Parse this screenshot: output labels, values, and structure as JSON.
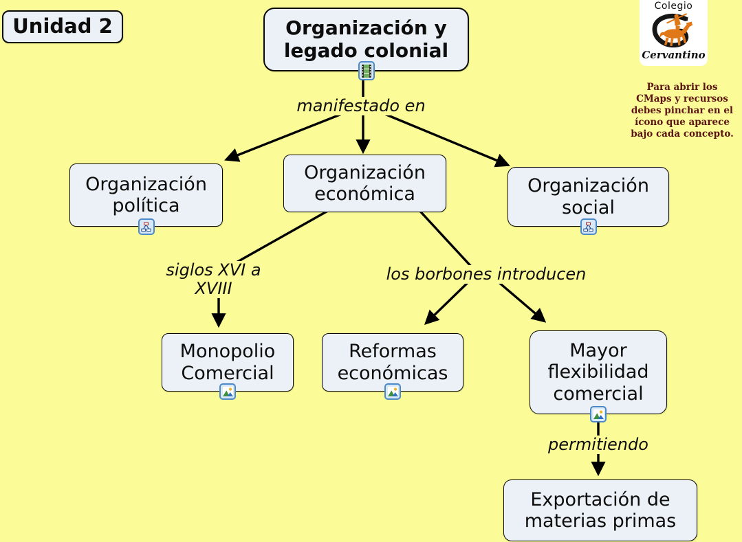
{
  "colors": {
    "background": "#FBFB98",
    "node_fill": "#EBF1F6",
    "node_border": "#000000",
    "link_line": "#000000",
    "icon_fill": "#D8E9F7",
    "icon_border": "#4D88C8",
    "note_text": "#5C1414",
    "logo_orange": "#E07818"
  },
  "unit_badge": {
    "label": "Unidad 2"
  },
  "nodes": {
    "root": {
      "label": "Organización y\nlegado colonial",
      "icon": "film-strip-icon"
    },
    "politica": {
      "label": "Organización\npolítica",
      "icon": "cmap-icon"
    },
    "economica": {
      "label": "Organización\neconómica"
    },
    "social": {
      "label": "Organización\nsocial",
      "icon": "cmap-icon"
    },
    "monopolio": {
      "label": "Monopolio\nComercial",
      "icon": "image-icon"
    },
    "reformas": {
      "label": "Reformas\neconómicas",
      "icon": "image-icon"
    },
    "mayor": {
      "label": "Mayor\nflexibilidad\ncomercial",
      "icon": "image-icon"
    },
    "exportacion": {
      "label": "Exportación de\nmaterias primas"
    }
  },
  "linking_phrases": {
    "manifestado": "manifestado en",
    "siglos": "siglos XVI a\nXVIII",
    "borbones": "los borbones introducen",
    "permitiendo": "permitiendo"
  },
  "logo": {
    "line1": "Colegio",
    "line2": "Cervantino",
    "note": "Para abrir los\nCMaps y  recursos\ndebes pinchar en el\nícono que aparece\nbajo cada concepto."
  }
}
